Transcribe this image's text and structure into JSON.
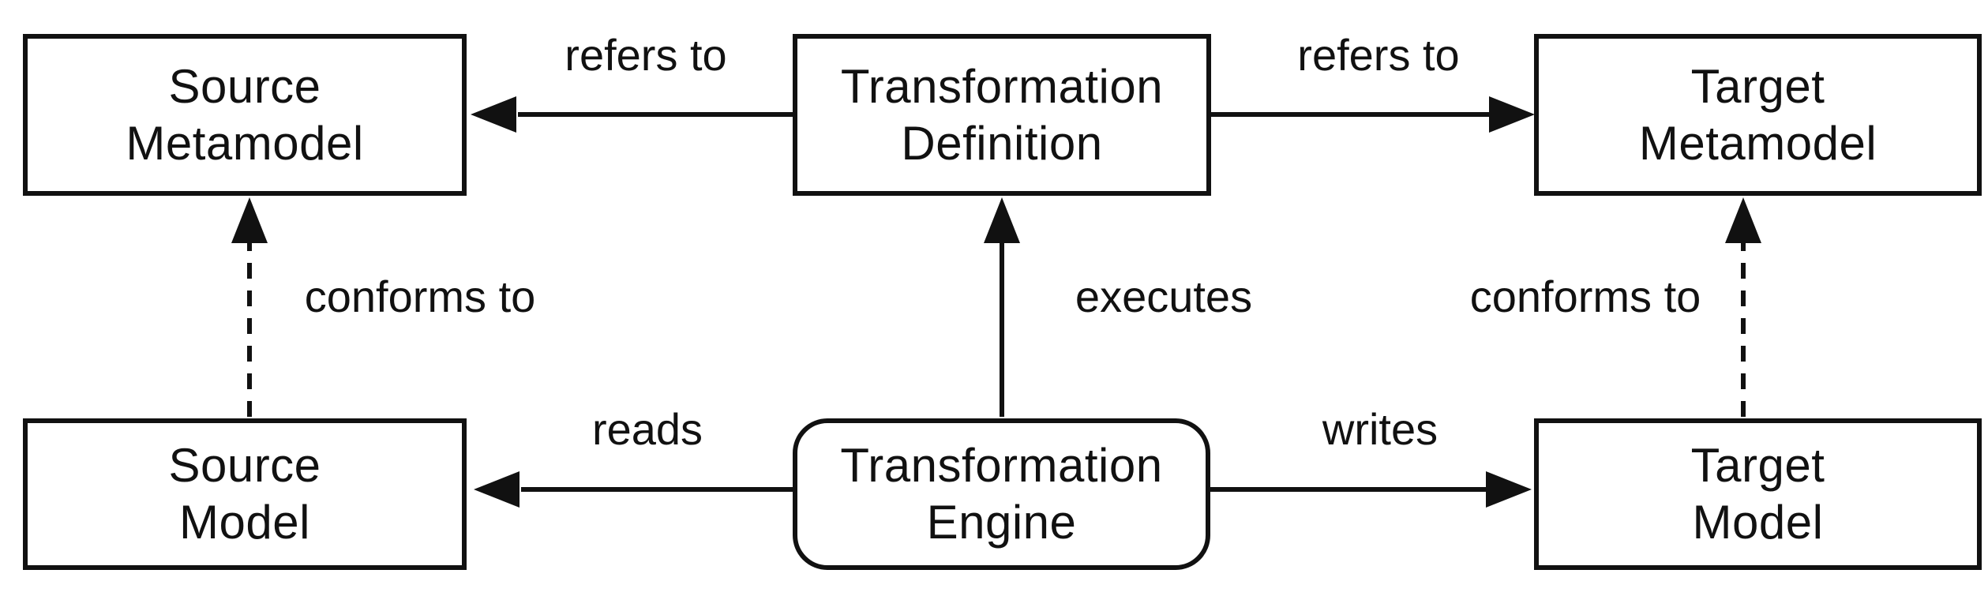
{
  "diagram": {
    "colors": {
      "stroke": "#111111",
      "background": "#ffffff",
      "node_fill": "#ffffff"
    },
    "nodes": {
      "source_metamodel": {
        "line1": "Source",
        "line2": "Metamodel"
      },
      "transformation_definition": {
        "line1": "Transformation",
        "line2": "Definition"
      },
      "target_metamodel": {
        "line1": "Target",
        "line2": "Metamodel"
      },
      "source_model": {
        "line1": "Source",
        "line2": "Model"
      },
      "transformation_engine": {
        "line1": "Transformation",
        "line2": "Engine"
      },
      "target_model": {
        "line1": "Target",
        "line2": "Model"
      }
    },
    "edges": {
      "refers_to_left": "refers to",
      "refers_to_right": "refers to",
      "conforms_to_left": "conforms to",
      "conforms_to_right": "conforms to",
      "executes": "executes",
      "reads": "reads",
      "writes": "writes"
    }
  }
}
